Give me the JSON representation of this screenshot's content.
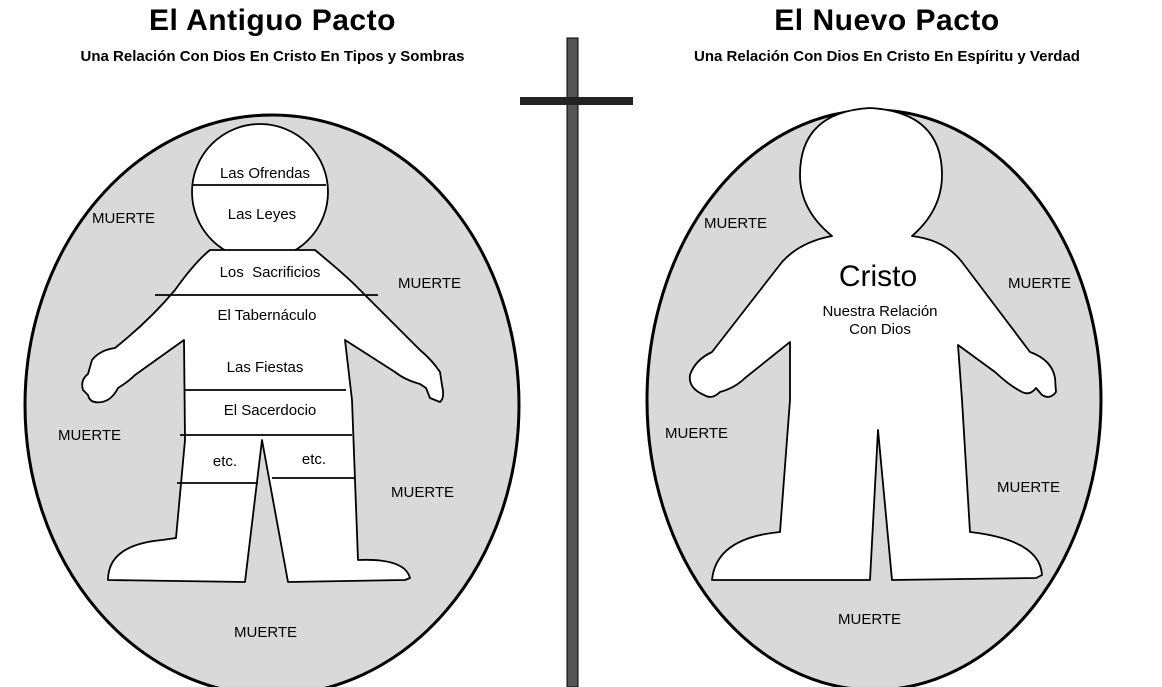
{
  "old_covenant": {
    "title": "El Antiguo Pacto",
    "subtitle": "Una Relación Con Dios En Cristo En Tipos y Sombras",
    "segments": [
      "Las Ofrendas",
      "Las Leyes",
      "Los  Sacrificios",
      "El Tabernáculo",
      "Las Fiestas",
      "El Sacerdocio",
      "etc.",
      "etc."
    ],
    "death_labels": [
      "MUERTE",
      "MUERTE",
      "MUERTE",
      "MUERTE",
      "MUERTE"
    ]
  },
  "new_covenant": {
    "title": "El Nuevo Pacto",
    "subtitle": "Una Relación Con Dios En Cristo En Espíritu y Verdad",
    "center_title": "Cristo",
    "center_line1": "Nuestra Relación",
    "center_line2": "Con Dios",
    "death_labels": [
      "MUERTE",
      "MUERTE",
      "MUERTE",
      "MUERTE",
      "MUERTE"
    ]
  },
  "colors": {
    "oval_fill": "#d9d9d9",
    "figure_fill": "#ffffff",
    "stroke": "#000000",
    "divider": "#555555"
  }
}
